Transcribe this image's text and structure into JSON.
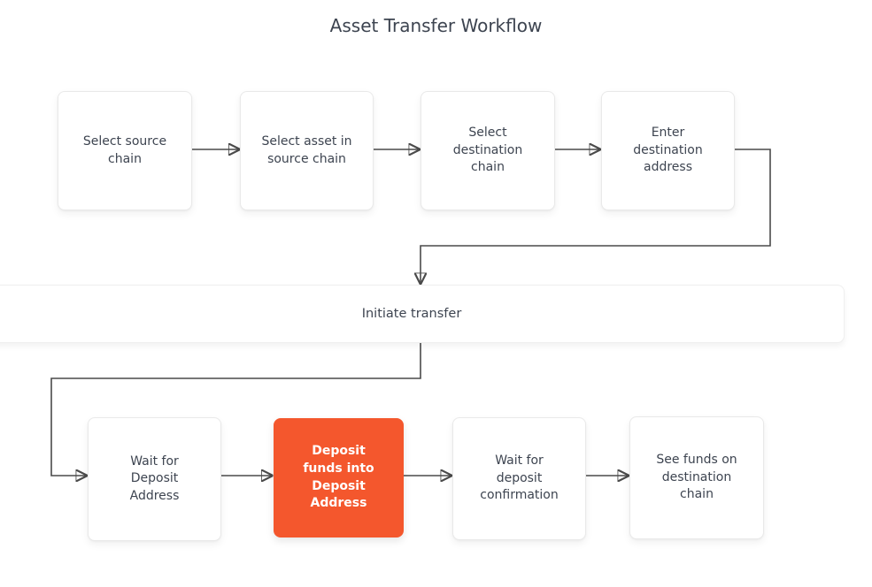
{
  "diagram": {
    "title": "Asset Transfer Workflow",
    "type": "flowchart",
    "nodes": [
      {
        "id": "select-source-chain",
        "label": "Select source chain",
        "highlighted": false
      },
      {
        "id": "select-asset-in-source-chain",
        "label": "Select asset in source chain",
        "highlighted": false
      },
      {
        "id": "select-destination-chain",
        "label": "Select destination chain",
        "highlighted": false
      },
      {
        "id": "enter-destination-address",
        "label": "Enter destination address",
        "highlighted": false
      },
      {
        "id": "initiate-transfer",
        "label": "Initiate transfer",
        "highlighted": false
      },
      {
        "id": "wait-for-deposit-address",
        "label": "Wait for Deposit Address",
        "highlighted": false
      },
      {
        "id": "deposit-funds-into-deposit-address",
        "label": "Deposit funds into Deposit Address",
        "highlighted": true
      },
      {
        "id": "wait-for-deposit-confirmation",
        "label": "Wait for deposit confirmation",
        "highlighted": false
      },
      {
        "id": "see-funds-on-destination-chain",
        "label": "See funds on destination chain",
        "highlighted": false
      }
    ],
    "edges": [
      {
        "from": "select-source-chain",
        "to": "select-asset-in-source-chain"
      },
      {
        "from": "select-asset-in-source-chain",
        "to": "select-destination-chain"
      },
      {
        "from": "select-destination-chain",
        "to": "enter-destination-address"
      },
      {
        "from": "enter-destination-address",
        "to": "initiate-transfer"
      },
      {
        "from": "initiate-transfer",
        "to": "wait-for-deposit-address"
      },
      {
        "from": "wait-for-deposit-address",
        "to": "deposit-funds-into-deposit-address"
      },
      {
        "from": "deposit-funds-into-deposit-address",
        "to": "wait-for-deposit-confirmation"
      },
      {
        "from": "wait-for-deposit-confirmation",
        "to": "see-funds-on-destination-chain"
      }
    ],
    "colors": {
      "background": "#FFFFFF",
      "node_fill": "#FFFFFF",
      "node_border": "#E9E9E9",
      "highlight_fill": "#F4572D",
      "highlight_text": "#FFFFFF",
      "edge": "#4A4A4A",
      "text": "#3D4450"
    }
  }
}
